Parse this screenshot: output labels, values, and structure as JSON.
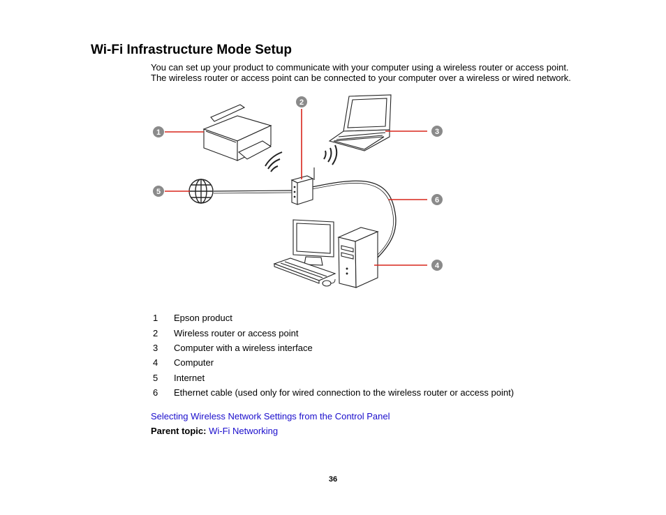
{
  "heading": "Wi-Fi Infrastructure Mode Setup",
  "intro": {
    "line1": "You can set up your product to communicate with your computer using a wireless router or access point.",
    "line2": "The wireless router or access point can be connected to your computer over a wireless or wired network."
  },
  "diagram": {
    "callouts": [
      "1",
      "2",
      "3",
      "4",
      "5",
      "6"
    ],
    "callout_color": "#8a8a8a",
    "leader_color": "#d9261c"
  },
  "legend": [
    {
      "num": "1",
      "text": "Epson product"
    },
    {
      "num": "2",
      "text": "Wireless router or access point"
    },
    {
      "num": "3",
      "text": "Computer with a wireless interface"
    },
    {
      "num": "4",
      "text": "Computer"
    },
    {
      "num": "5",
      "text": "Internet"
    },
    {
      "num": "6",
      "text": "Ethernet cable (used only for wired connection to the wireless router or access point)"
    }
  ],
  "related_link": "Selecting Wireless Network Settings from the Control Panel",
  "parent_topic": {
    "label": "Parent topic:",
    "link": "Wi-Fi Networking"
  },
  "page_number": "36",
  "link_color": "#1a0dcc"
}
